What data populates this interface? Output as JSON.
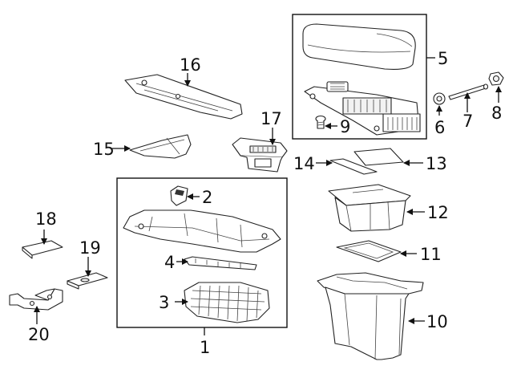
{
  "labels": {
    "p1": "1",
    "p2": "2",
    "p3": "3",
    "p4": "4",
    "p5": "5",
    "p6": "6",
    "p7": "7",
    "p8": "8",
    "p9": "9",
    "p10": "10",
    "p11": "11",
    "p12": "12",
    "p13": "13",
    "p14": "14",
    "p15": "15",
    "p16": "16",
    "p17": "17",
    "p18": "18",
    "p19": "19",
    "p20": "20"
  },
  "colors": {
    "line": "#111111",
    "part_fill": "#ffffff",
    "background": "#ffffff"
  }
}
